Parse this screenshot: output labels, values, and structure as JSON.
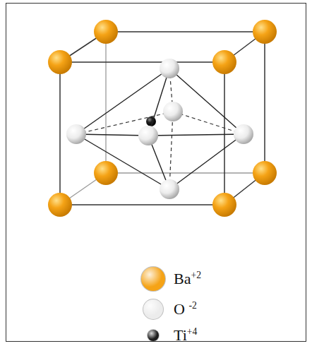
{
  "diagram": {
    "legend": [
      {
        "text": "Ba+2",
        "color": "#f5a316"
      },
      {
        "text": "O -2",
        "color": "#ececec"
      },
      {
        "text": "Ti+4",
        "color": "#1e1e1e"
      }
    ]
  }
}
